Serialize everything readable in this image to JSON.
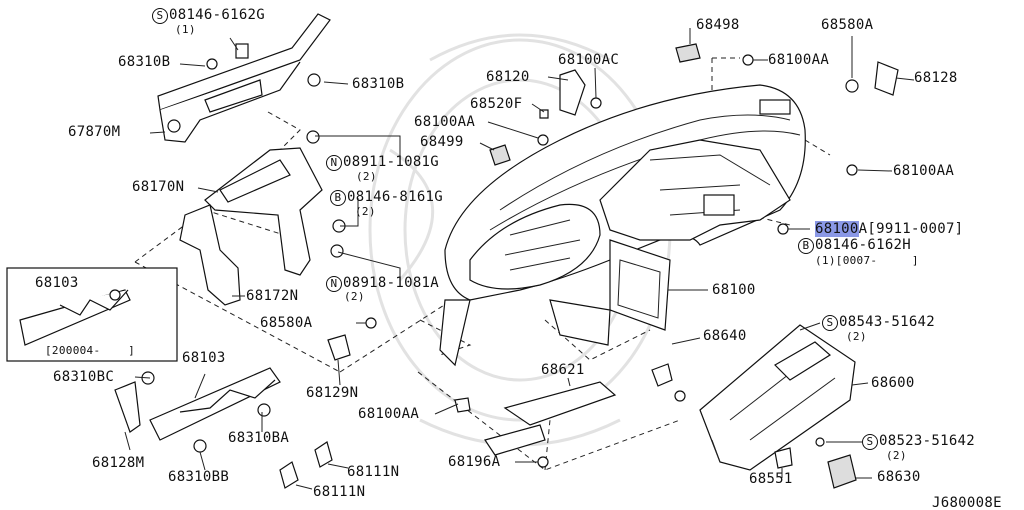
{
  "diagram_id": "J680008E",
  "callouts": {
    "c_08146_6162G": {
      "prefix": "S",
      "code": "08146-6162G",
      "qty": "(1)"
    },
    "c_68310B_a": "68310B",
    "c_68310B_b": "68310B",
    "c_67870M": "67870M",
    "c_68170N": "68170N",
    "c_08911_1081G": {
      "prefix": "N",
      "code": "08911-1081G",
      "qty": "(2)"
    },
    "c_08146_8161G": {
      "prefix": "B",
      "code": "08146-8161G",
      "qty": "(2)"
    },
    "c_08918_1081A": {
      "prefix": "N",
      "code": "08918-1081A",
      "qty": "(2)"
    },
    "c_68172N": "68172N",
    "c_68103_inset": "68103",
    "c_inset_date": "[200004-    ]",
    "c_68103": "68103",
    "c_68310BC": "68310BC",
    "c_68128M": "68128M",
    "c_68310BA": "68310BA",
    "c_68310BB": "68310BB",
    "c_68580A_left": "68580A",
    "c_68129N": "68129N",
    "c_68100AA_bottom": "68100AA",
    "c_68111N_a": "68111N",
    "c_68111N_b": "68111N",
    "c_68120": "68120",
    "c_68100AC": "68100AC",
    "c_68520F": "68520F",
    "c_68100AA_top": "68100AA",
    "c_68499": "68499",
    "c_68498": "68498",
    "c_68100AA_tr": "68100AA",
    "c_68580A_tr": "68580A",
    "c_68128": "68128",
    "c_68100AA_right": "68100AA",
    "c_68100A": {
      "code": "68100",
      "suffix": "A",
      "range": "[9911-0007]"
    },
    "c_08146_6162H": {
      "prefix": "B",
      "code": "08146-6162H",
      "qty": "(1)[0007-     ]"
    },
    "c_68100": "68100",
    "c_68640": "68640",
    "c_08543_51642": {
      "prefix": "S",
      "code": "08543-51642",
      "qty": "(2)"
    },
    "c_68600": "68600",
    "c_68621": "68621",
    "c_68196A": "68196A",
    "c_68551": "68551",
    "c_08523_51642": {
      "prefix": "S",
      "code": "08523-51642",
      "qty": "(2)"
    },
    "c_68630": "68630"
  },
  "colors": {
    "line": "#222222",
    "highlight": "#8a98e6",
    "watermark": "#e2e2e2"
  }
}
